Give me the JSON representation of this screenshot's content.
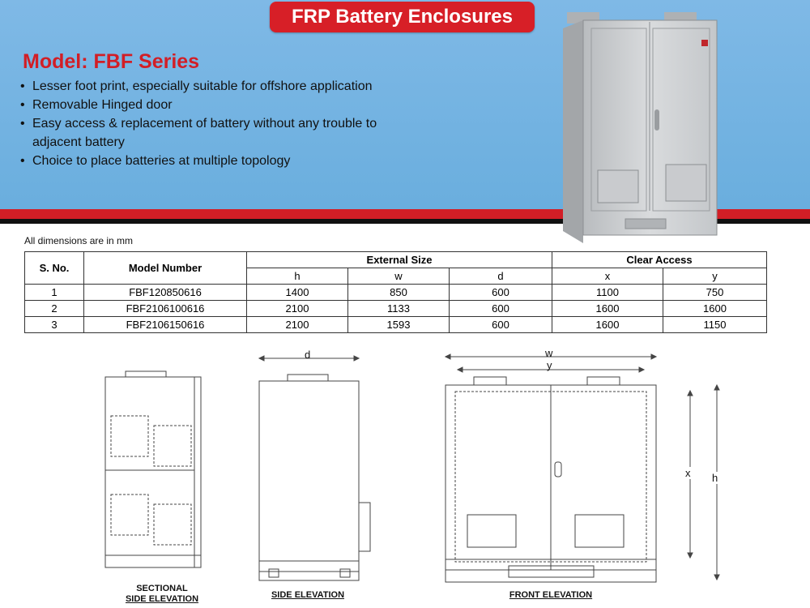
{
  "header": {
    "title": "FRP Battery Enclosures"
  },
  "model": {
    "heading": "Model: FBF Series"
  },
  "features": [
    "Lesser foot print, especially suitable for offshore application",
    "Removable Hinged door",
    "Easy access & replacement of battery without any trouble to adjacent battery",
    "Choice to place batteries at multiple topology"
  ],
  "table": {
    "note": "All dimensions are in mm",
    "col_sno": "S. No.",
    "col_model": "Model Number",
    "group_external": "External Size",
    "group_clear": "Clear Access",
    "sub": {
      "h": "h",
      "w": "w",
      "d": "d",
      "x": "x",
      "y": "y"
    },
    "rows": [
      {
        "sno": "1",
        "model": "FBF120850616",
        "h": "1400",
        "w": "850",
        "d": "600",
        "x": "1100",
        "y": "750"
      },
      {
        "sno": "2",
        "model": "FBF2106100616",
        "h": "2100",
        "w": "1133",
        "d": "600",
        "x": "1600",
        "y": "1600"
      },
      {
        "sno": "3",
        "model": "FBF2106150616",
        "h": "2100",
        "w": "1593",
        "d": "600",
        "x": "1600",
        "y": "1150"
      }
    ]
  },
  "drawings": {
    "sectional_1": "SECTIONAL",
    "sectional_2": "SIDE ELEVATION",
    "side": "SIDE ELEVATION",
    "front": "FRONT ELEVATION",
    "dim_d": "d",
    "dim_w": "w",
    "dim_y": "y",
    "dim_x": "x",
    "dim_h": "h"
  }
}
